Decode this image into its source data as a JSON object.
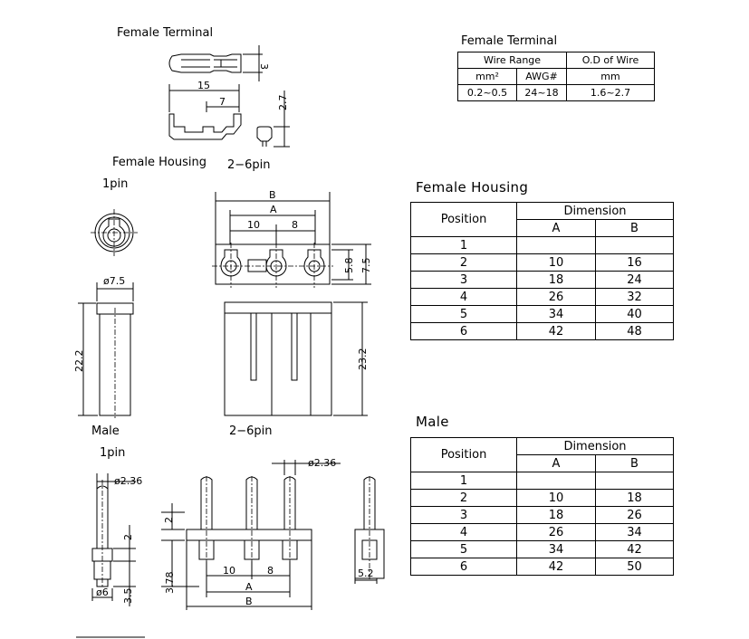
{
  "labels": {
    "female_terminal": "Female Terminal",
    "female_housing": "Female Housing",
    "pin_2_6_a": "2−6pin",
    "pin_1_a": "1pin",
    "male": "Male",
    "pin_2_6_b": "2−6pin",
    "pin_1_b": "1pin"
  },
  "dims": {
    "ft_3": "3",
    "ft_15": "15",
    "ft_7": "7",
    "ft_2_7": "2.7",
    "fh_B": "B",
    "fh_A": "A",
    "fh_10": "10",
    "fh_8": "8",
    "fh_5_8": "5.8",
    "fh_7_5": "7.5",
    "fh_d7_5": "ø7.5",
    "fh_22_2": "22.2",
    "fh_23_2": "23.2",
    "m_d2_36a": "ø2.36",
    "m_d2_36b": "ø2.36",
    "m_2a": "2",
    "m_2b": "2",
    "m_d6": "ø6",
    "m_3_5": "3.5",
    "m_3_78": "3.78",
    "m_10": "10",
    "m_8": "8",
    "m_A": "A",
    "m_B": "B",
    "m_5_2": "5.2"
  },
  "wire_table": {
    "title": "Female Terminal",
    "group1": "Wire Range",
    "group2": "O.D of Wire",
    "h_mm2": "mm²",
    "h_awg": "AWG#",
    "h_mm": "mm",
    "v_mm2": "0.2~0.5",
    "v_awg": "24~18",
    "v_mm": "1.6~2.7"
  },
  "housing_table": {
    "title": "Female Housing",
    "position": "Position",
    "dimension": "Dimension",
    "colA": "A",
    "colB": "B",
    "rows": [
      {
        "pos": "1",
        "a": "",
        "b": ""
      },
      {
        "pos": "2",
        "a": "10",
        "b": "16"
      },
      {
        "pos": "3",
        "a": "18",
        "b": "24"
      },
      {
        "pos": "4",
        "a": "26",
        "b": "32"
      },
      {
        "pos": "5",
        "a": "34",
        "b": "40"
      },
      {
        "pos": "6",
        "a": "42",
        "b": "48"
      }
    ]
  },
  "male_table": {
    "title": "Male",
    "position": "Position",
    "dimension": "Dimension",
    "colA": "A",
    "colB": "B",
    "rows": [
      {
        "pos": "1",
        "a": "",
        "b": ""
      },
      {
        "pos": "2",
        "a": "10",
        "b": "18"
      },
      {
        "pos": "3",
        "a": "18",
        "b": "26"
      },
      {
        "pos": "4",
        "a": "26",
        "b": "34"
      },
      {
        "pos": "5",
        "a": "34",
        "b": "42"
      },
      {
        "pos": "6",
        "a": "42",
        "b": "50"
      }
    ]
  }
}
